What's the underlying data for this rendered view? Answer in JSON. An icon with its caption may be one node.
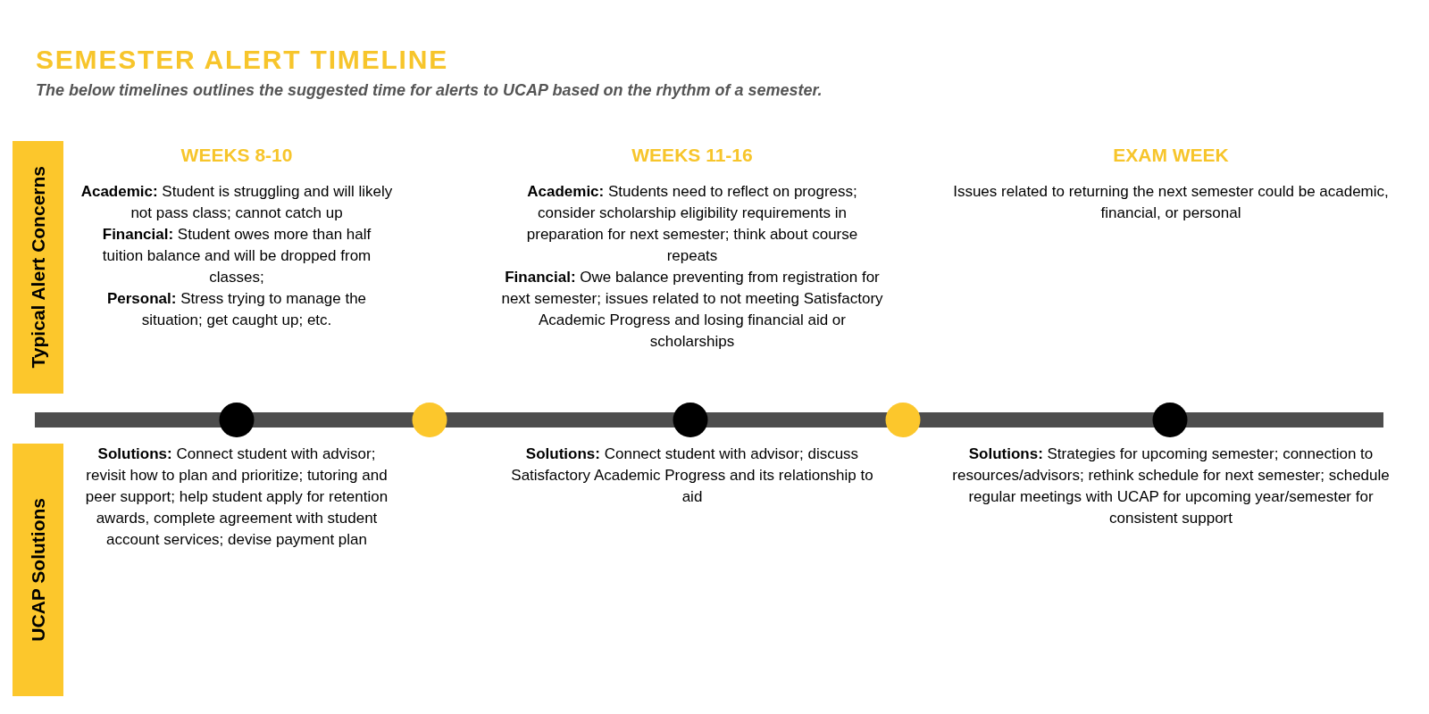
{
  "diagram": {
    "title": "SEMESTER ALERT TIMELINE",
    "nodes": [
      {
        "text": [
          "Typical Alert Concerns"
        ]
      },
      {
        "text": [
          "UCAP Solutions"
        ]
      }
    ],
    "labels": [
      "The below timelines outlines the suggested time for alerts to UCAP based on the rhythm of a semester.",
      "WEEKS 8-10",
      "WEEKS 11-16",
      "EXAM WEEK",
      "**Academic:** Student is struggling and will likely not pass class; cannot catch up",
      "**Financial:** Student owes more than half tuition balance and will be dropped from classes;",
      "**Personal:** Stress trying to manage the situation; get caught up; etc.",
      "**Academic:** Students need to reflect on progress; consider scholarship eligibility requirements in preparation for next semester; think about course repeats",
      "**Financial:** Owe balance preventing from registration for next semester; issues related to not meeting Satisfactory Academic Progress and losing financial aid or scholarships",
      "Issues related to returning the next semester could be academic, financial, or personal",
      "**Solutions:** Connect student with advisor; revisit how to plan and prioritize; tutoring and peer support; help student apply for retention awards, complete agreement with student account services; devise payment plan",
      "**Solutions:** Connect student with advisor; discuss Satisfactory Academic Progress and its relationship to aid",
      "**Solutions:** Strategies for upcoming semester; connection to resources/advisors; rethink schedule for next semester; schedule regular meetings with UCAP for upcoming year/semester for consistent support"
    ]
  }
}
